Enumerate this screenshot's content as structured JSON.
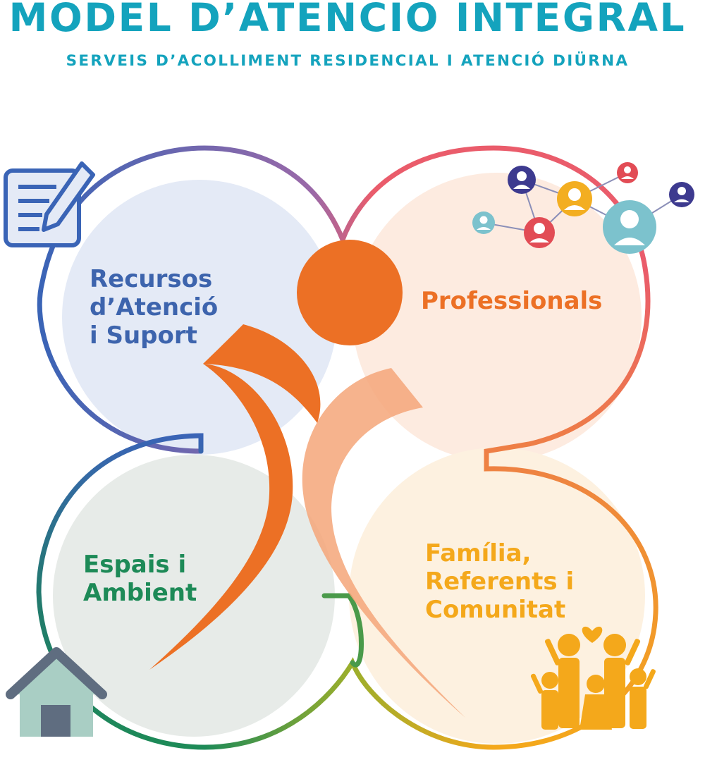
{
  "header": {
    "title": "MODEL D’ATENCIÓ INTEGRAL",
    "subtitle": "SERVEIS D’ACOLLIMENT RESIDENCIAL I ATENCIÓ DIÜRNA"
  },
  "sections": {
    "recursos": {
      "lines": [
        "Recursos",
        "d’Atenció",
        "i Suport"
      ]
    },
    "professionals": {
      "lines": [
        "Professionals"
      ]
    },
    "espais": {
      "lines": [
        "Espais i",
        "Ambient"
      ]
    },
    "familia": {
      "lines": [
        "Família,",
        "Referents i",
        "Comunitat"
      ]
    }
  },
  "colors": {
    "title": "#14a3bd",
    "blue": "#3a64b6",
    "blue_text": "#3d64ad",
    "orange": "#ec7025",
    "orange_light": "#f5a679",
    "green": "#1d8a57",
    "yellow": "#f4a81b",
    "pink": "#ea5c6b",
    "purple": "#8a6aae",
    "fill_blue": "#e4eaf6",
    "fill_peach": "#fdebe0",
    "fill_grey": "#e7ebe8",
    "fill_cream": "#fdf1e0"
  },
  "icons": [
    "notepad-pencil-icon",
    "people-network-icon",
    "house-icon",
    "family-icon"
  ]
}
